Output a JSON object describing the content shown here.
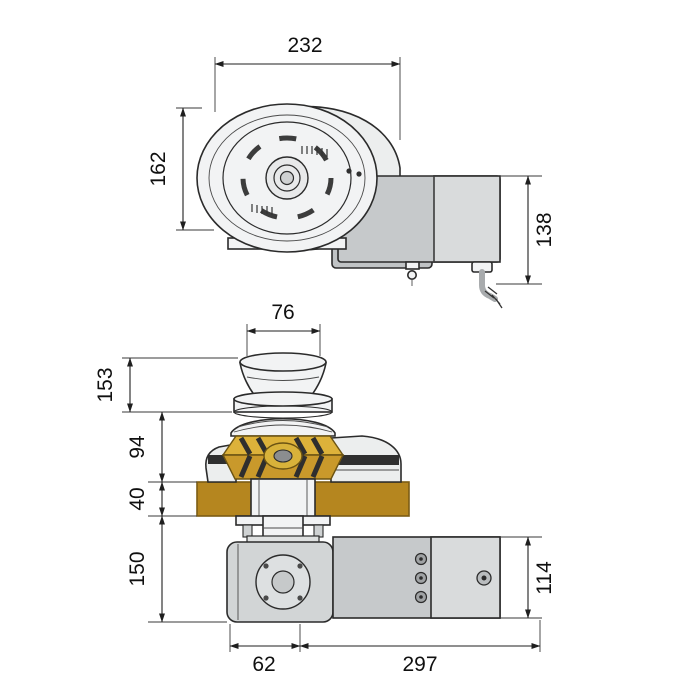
{
  "page": {
    "title": "Windlass dimensional drawing, side and front views"
  },
  "colors": {
    "deck": "#b5861f",
    "gypsy_upper": "#ddb23a",
    "gypsy_lower": "#c9992b",
    "gypsy_hub": "#d8b23a",
    "motor_body": "#c6c9cb",
    "motor_cap": "#d9dbdc",
    "gearbox": "#d2d5d6",
    "line": "#2b2b2b"
  },
  "views": {
    "side": {
      "dims": {
        "overall_width": "232",
        "body_height": "162",
        "motor_height": "138"
      }
    },
    "front": {
      "dims": {
        "drum_width": "76",
        "above_deck_height": "153",
        "gypsy_height": "94",
        "deck_thickness": "40",
        "below_deck_height": "150",
        "gearbox_width": "62",
        "motor_length": "297",
        "motor_height": "114"
      }
    }
  }
}
